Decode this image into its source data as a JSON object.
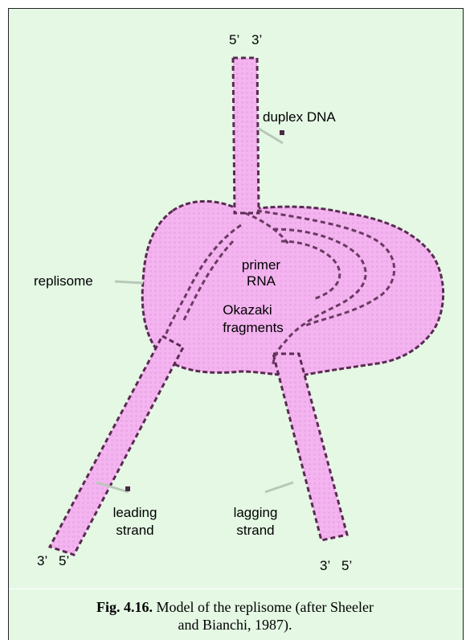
{
  "figure": {
    "labels": {
      "top_5prime": "5’",
      "top_3prime": "3’",
      "duplex": "duplex DNA",
      "replisome": "replisome",
      "primer_line1": "primer",
      "primer_line2": "RNA",
      "okazaki_line1": "Okazaki",
      "okazaki_line2": "fragments",
      "leading_line1": "leading",
      "leading_line2": "strand",
      "lagging_line1": "lagging",
      "lagging_line2": "strand",
      "bottom_left_3": "3’",
      "bottom_left_5": "5’",
      "bottom_right_3": "3’",
      "bottom_right_5": "5’"
    },
    "colors": {
      "background": "#e4f8e4",
      "replisome_fill": "#f4b4f0",
      "outline": "#5a2a52"
    }
  },
  "caption": {
    "number": "Fig. 4.16.",
    "text_line1": "Model of the replisome (after Sheeler",
    "text_line2": "and Bianchi, 1987)."
  }
}
